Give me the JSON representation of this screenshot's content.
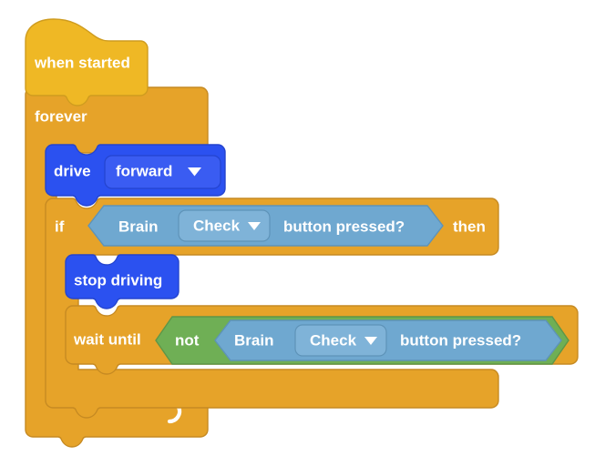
{
  "workspace": {
    "name": "block-programming-workspace",
    "background_color": "#ffffff"
  },
  "palette": {
    "hat_block_fill": "#EFB825",
    "hat_block_stroke": "#CF9C1F",
    "control_block_fill": "#E6A329",
    "control_block_stroke": "#C68A22",
    "drivetrain_block_fill": "#2B51F0",
    "drivetrain_block_stroke": "#2444CE",
    "sensing_block_fill": "#6FA8D0",
    "sensing_block_stroke": "#5E93B8",
    "operator_block_fill": "#6FAF55",
    "operator_block_stroke": "#5E9648",
    "dropdown_fill_blue": "#3A5CF2",
    "dropdown_fill_sensing": "#7FB3D8",
    "text_color": "#ffffff"
  },
  "script": {
    "name": "main-script",
    "blocks": [
      {
        "id": "when-started",
        "type": "hat",
        "category": "events",
        "label": "when started"
      },
      {
        "id": "forever",
        "type": "c-loop",
        "category": "control",
        "label": "forever",
        "loop_arrow_icon": "loop-arrow-icon"
      },
      {
        "id": "drive-forward",
        "type": "stack",
        "category": "drivetrain",
        "label": "drive",
        "dropdown": {
          "name": "drive-direction-dropdown",
          "value": "forward",
          "icon": "chevron-down-icon"
        }
      },
      {
        "id": "if-then",
        "type": "c-conditional",
        "category": "control",
        "label_pre": "if",
        "label_post": "then",
        "condition": {
          "id": "brain-check-button-pressed",
          "type": "boolean-reporter",
          "category": "sensing",
          "label_pre": "Brain",
          "dropdown": {
            "name": "brain-button-dropdown",
            "value": "Check",
            "icon": "chevron-down-icon"
          },
          "label_post": "button pressed?"
        }
      },
      {
        "id": "stop-driving",
        "type": "stack",
        "category": "drivetrain",
        "label": "stop driving"
      },
      {
        "id": "wait-until",
        "type": "stack",
        "category": "control",
        "label": "wait until",
        "condition": {
          "id": "not-operator",
          "type": "boolean-operator",
          "category": "operator",
          "label": "not",
          "operand": {
            "id": "brain-check-button-pressed-2",
            "type": "boolean-reporter",
            "category": "sensing",
            "label_pre": "Brain",
            "dropdown": {
              "name": "brain-button-dropdown-2",
              "value": "Check",
              "icon": "chevron-down-icon"
            },
            "label_post": "button pressed?"
          }
        }
      }
    ]
  }
}
